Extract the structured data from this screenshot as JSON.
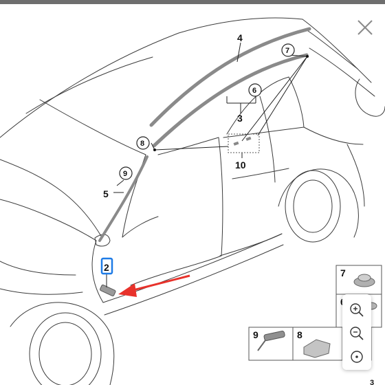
{
  "diagram": {
    "part_labels": {
      "p4": "4",
      "p3": "3",
      "p10": "10",
      "p5": "5",
      "p2": "2"
    },
    "callouts": {
      "c7": "7",
      "c6": "6",
      "c8": "8",
      "c9": "9"
    },
    "legend": {
      "item7": "7",
      "item6": "6",
      "item9": "9",
      "item8": "8",
      "fragment": "3"
    }
  },
  "colors": {
    "highlight": "#1e7be6",
    "arrow": "#e8322b",
    "line": "#3a3a3a",
    "trim": "#8a8a8a"
  },
  "icons": {
    "close": "close-icon",
    "zoom_in": "zoom-in-icon",
    "zoom_out": "zoom-out-icon",
    "reset": "reset-view-icon"
  }
}
